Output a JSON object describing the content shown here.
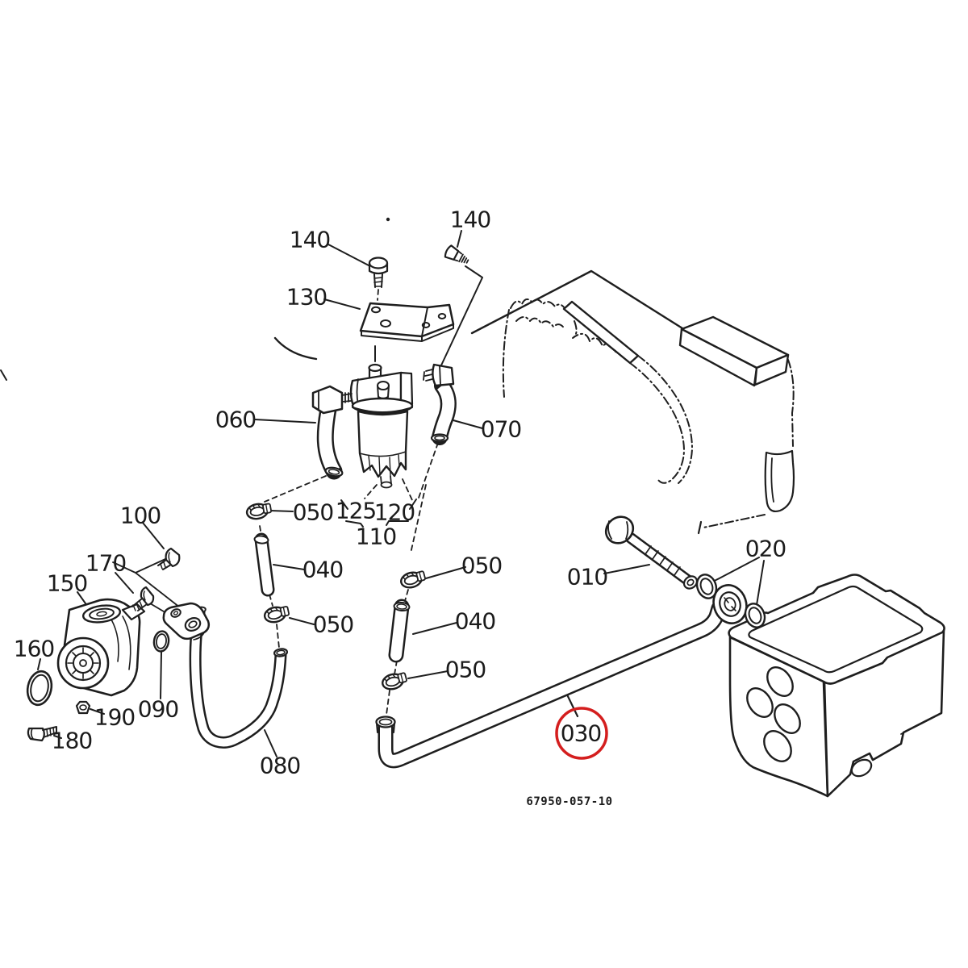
{
  "diagram": {
    "type": "exploded-parts-diagram",
    "drawing_number": "67950-057-10",
    "highlighted_ref": "030",
    "colors": {
      "line": "#1e1e1e",
      "highlight": "#d41e1e",
      "background": "#ffffff"
    },
    "labels": [
      {
        "id": "140-left",
        "text": "140"
      },
      {
        "id": "140-right",
        "text": "140"
      },
      {
        "id": "130",
        "text": "130"
      },
      {
        "id": "060",
        "text": "060"
      },
      {
        "id": "070",
        "text": "070"
      },
      {
        "id": "050-a",
        "text": "050"
      },
      {
        "id": "125",
        "text": "125"
      },
      {
        "id": "120",
        "text": "120"
      },
      {
        "id": "110",
        "text": "110"
      },
      {
        "id": "100",
        "text": "100"
      },
      {
        "id": "040-a",
        "text": "040"
      },
      {
        "id": "050-b",
        "text": "050"
      },
      {
        "id": "170",
        "text": "170"
      },
      {
        "id": "150",
        "text": "150"
      },
      {
        "id": "160",
        "text": "160"
      },
      {
        "id": "190",
        "text": "190"
      },
      {
        "id": "090",
        "text": "090"
      },
      {
        "id": "180",
        "text": "180"
      },
      {
        "id": "080",
        "text": "080"
      },
      {
        "id": "050-c",
        "text": "050"
      },
      {
        "id": "040-b",
        "text": "040"
      },
      {
        "id": "050-d",
        "text": "050"
      },
      {
        "id": "010",
        "text": "010"
      },
      {
        "id": "020",
        "text": "020"
      },
      {
        "id": "030",
        "text": "030",
        "highlighted": true
      }
    ]
  }
}
